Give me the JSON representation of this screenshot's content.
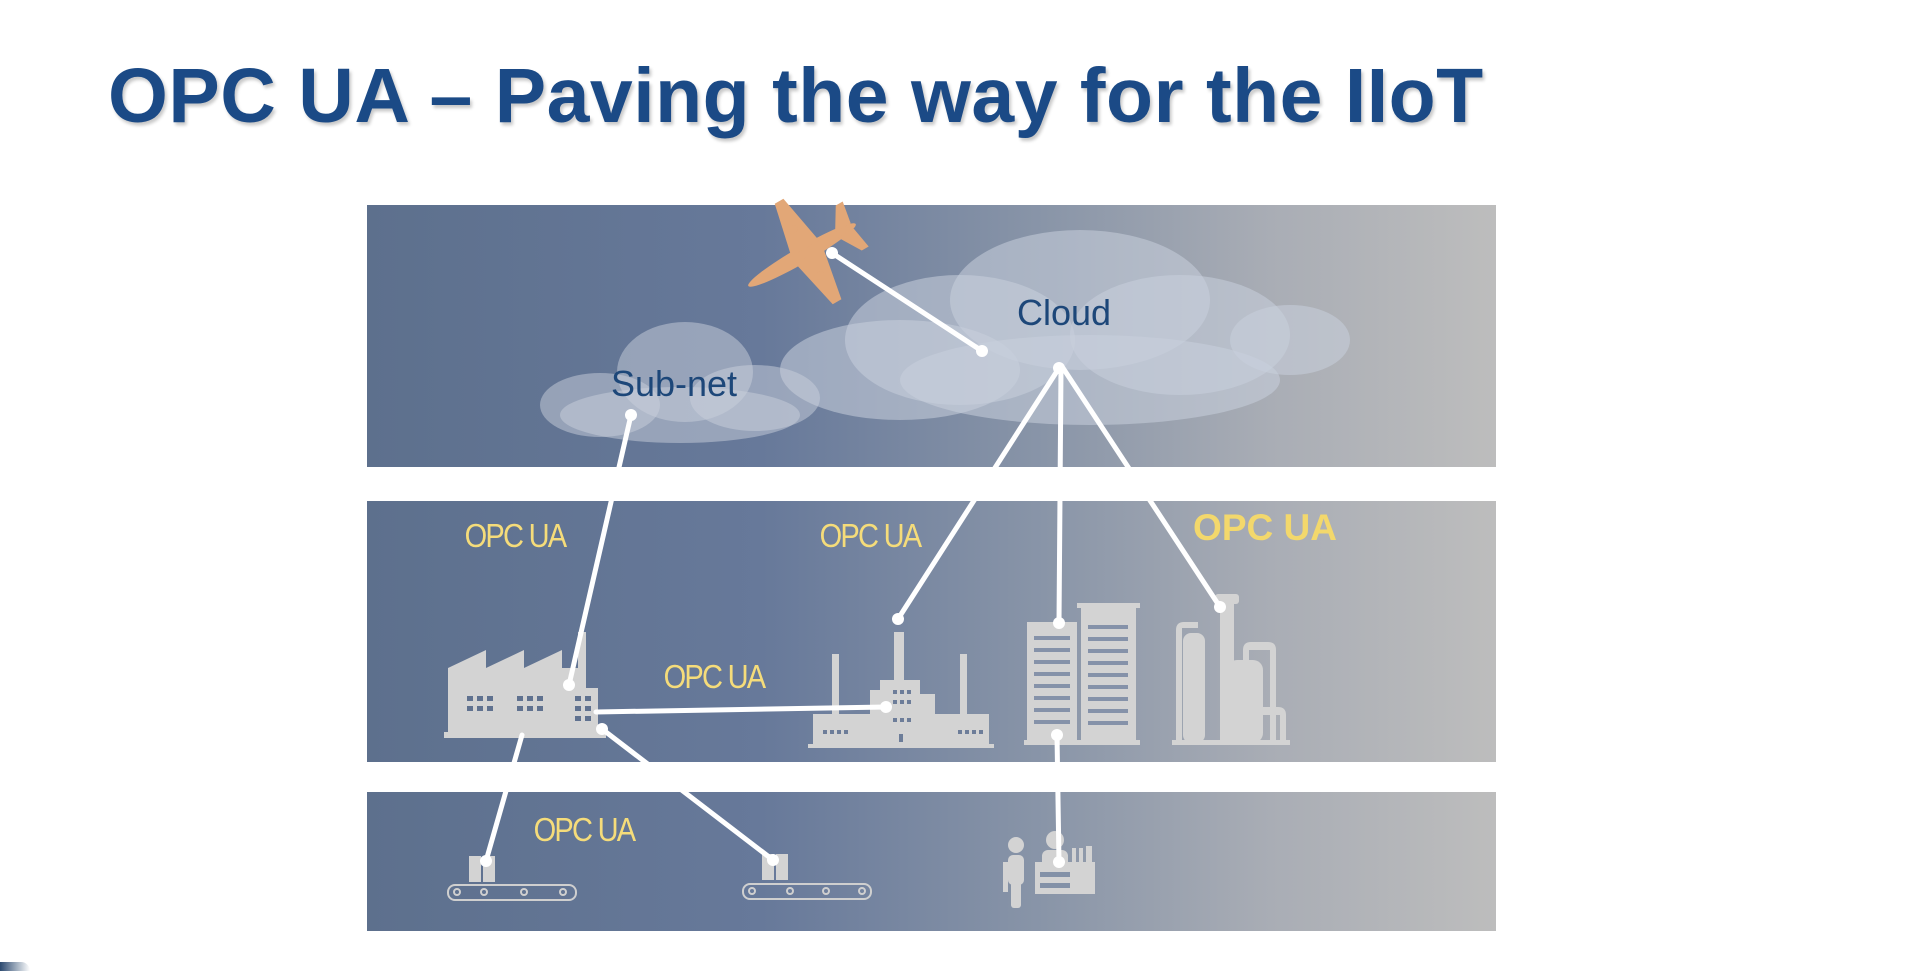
{
  "slide": {
    "title": "OPC UA – Paving the way for the IIoT"
  },
  "diagram": {
    "layers": [
      {
        "name": "cloud-layer"
      },
      {
        "name": "plant-layer"
      },
      {
        "name": "field-layer"
      }
    ],
    "clouds": {
      "main_label": "Cloud",
      "subnet_label": "Sub-net"
    },
    "protocol_labels": [
      {
        "text": "OPC UA"
      },
      {
        "text": "OPC UA"
      },
      {
        "text": "OPC UA"
      },
      {
        "text": "OPC UA"
      },
      {
        "text": "OPC UA"
      }
    ],
    "icons": [
      "airplane-icon",
      "factory-icon",
      "power-plant-icon",
      "office-building-icon",
      "refinery-icon",
      "conveyor-robot-icon",
      "conveyor-robot-icon",
      "operator-workstation-icon"
    ],
    "colors": {
      "title": "#1b4a86",
      "label_text": "#f5dc7a",
      "cloud_text": "#1d4779",
      "airplane": "#e2a777",
      "icon_fill": "#d3d3d3",
      "link": "#ffffff"
    }
  }
}
